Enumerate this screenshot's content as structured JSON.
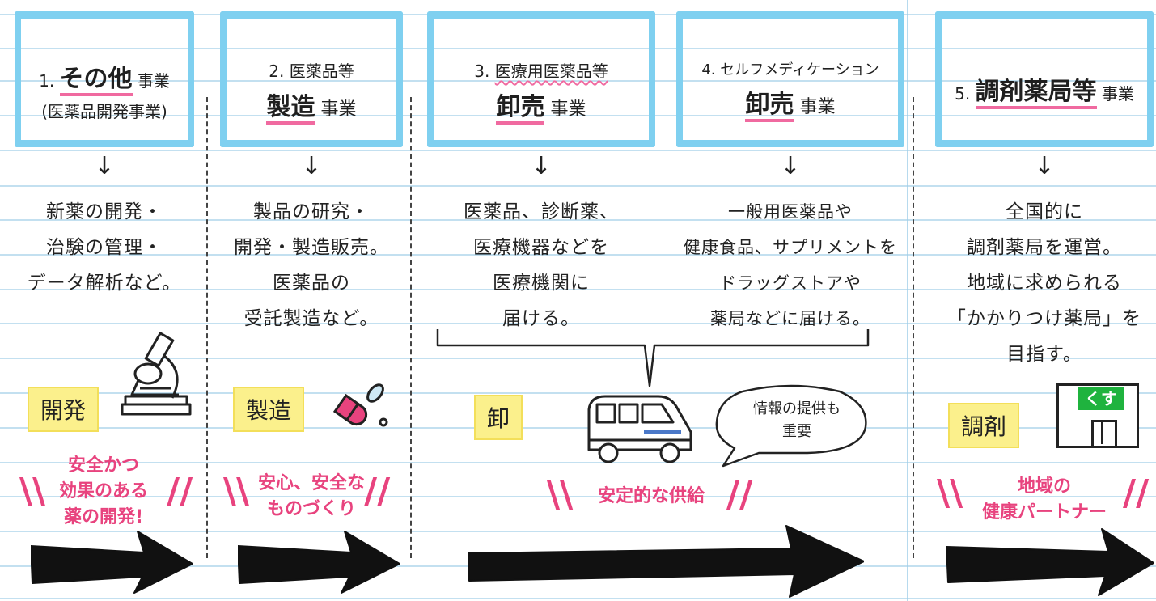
{
  "columns": [
    {
      "num": "1.",
      "title_big": "その他",
      "title_rest": "事業",
      "title_line2": "(医薬品開発事業)",
      "desc": [
        "新薬の開発・",
        "治験の管理・",
        "データ解析など。"
      ],
      "tag": "開発",
      "slogan": [
        "安全かつ",
        "効果のある",
        "薬の開発!"
      ]
    },
    {
      "num": "2.",
      "title_line1": "医薬品等",
      "title_big": "製造",
      "title_rest": "事業",
      "desc": [
        "製品の研究・",
        "開発・製造販売。",
        "医薬品の",
        "受託製造など。"
      ],
      "tag": "製造",
      "slogan": [
        "安心、安全な",
        "ものづくり"
      ]
    },
    {
      "num": "3.",
      "title_line1": "医療用医薬品等",
      "title_big": "卸売",
      "title_rest": "事業",
      "desc": [
        "医薬品、診断薬、",
        "医療機器などを",
        "医療機関に",
        "届ける。"
      ],
      "tag": "卸"
    },
    {
      "num": "4.",
      "title_line1": "セルフメディケーション",
      "title_big": "卸売",
      "title_rest": "事業",
      "desc": [
        "一般用医薬品や",
        "健康食品、サプリメントを",
        "ドラッグストアや",
        "薬局などに届ける。"
      ],
      "bubble": [
        "情報の提供も",
        "重要"
      ]
    },
    {
      "num": "5.",
      "title_big": "調剤薬局等",
      "title_rest": "事業",
      "desc": [
        "全国的に",
        "調剤薬局を運営。",
        "地域に求められる",
        "「かかりつけ薬局」を",
        "目指す。"
      ],
      "tag": "調剤",
      "sign": "くすり",
      "slogan": [
        "地域の",
        "健康パートナー"
      ]
    }
  ],
  "shared_slogan": "安定的な供給",
  "arrow_symbol": "↓",
  "colors": {
    "frame": "#7fd0f0",
    "accent": "#e8437e",
    "tag": "#fbf08c"
  }
}
